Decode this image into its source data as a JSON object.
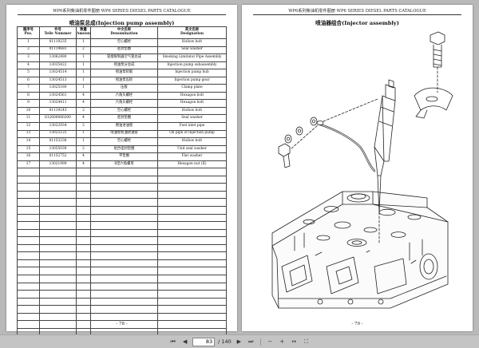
{
  "left_page": {
    "running_head": "WP6系列柴油机零件图册 WP6 SERIES DIESEL PARTS CATALOGUE",
    "section_title": "喷油泵总成(Injection pump assembly)",
    "page_number": "- 78 -",
    "table": {
      "headers": [
        {
          "cn": "图序号",
          "en": "Pos."
        },
        {
          "cn": "件号",
          "en": "Teile Nummer"
        },
        {
          "cn": "数量",
          "en": "Amount"
        },
        {
          "cn": "中文名称",
          "en": "Denomination"
        },
        {
          "cn": "英文名称",
          "en": "Designation"
        }
      ],
      "rows": [
        [
          "1",
          "01119235",
          "1",
          "空心螺栓",
          "Hollow bolt"
        ],
        [
          "2",
          "01119681",
          "2",
          "密封垫圈",
          "Seal washer"
        ],
        [
          "3",
          "13062480",
          "1",
          "冒烟限制器空气管总成",
          "Smoking Limitator Pipe Assembly"
        ],
        [
          "4",
          "13035422",
          "1",
          "喷油泵分总成",
          "Injection pump subassembly"
        ],
        [
          "5",
          "13024514",
          "1",
          "喷油泵轮毂",
          "Injection pump hub"
        ],
        [
          "6",
          "13024513",
          "1",
          "喷油泵齿轮",
          "Injection pump gear"
        ],
        [
          "7",
          "13025180",
          "1",
          "压板",
          "Clamp plate"
        ],
        [
          "8",
          "13024561",
          "4",
          "六角头螺栓",
          "Hexagon bolt"
        ],
        [
          "9",
          "13024411",
          "4",
          "六角头螺栓",
          "Hexagon bolt"
        ],
        [
          "10",
          "01119243",
          "2",
          "空心螺栓",
          "Hollow bolt"
        ],
        [
          "11",
          "612600080200",
          "4",
          "密封垫圈",
          "Seal washer"
        ],
        [
          "12",
          "13022934",
          "2",
          "燃油进油管",
          "Fuel inlet pipe"
        ],
        [
          "13",
          "13025125",
          "1",
          "喷油泵机油进油管",
          "Oil pipe of injection pump"
        ],
        [
          "14",
          "01153236",
          "1",
          "空心螺栓",
          "Hollow bolt"
        ],
        [
          "15",
          "13055039",
          "2",
          "组合密封垫圈",
          "Unit seal washer"
        ],
        [
          "16",
          "01152752",
          "4",
          "平垫圈",
          "Flat washer"
        ],
        [
          "17",
          "13021999",
          "4",
          "Ⅱ型六角螺母",
          "Hexagon nut (II)"
        ],
        [
          "",
          "",
          "",
          "",
          ""
        ],
        [
          "",
          "",
          "",
          "",
          ""
        ],
        [
          "",
          "",
          "",
          "",
          ""
        ],
        [
          "",
          "",
          "",
          "",
          ""
        ],
        [
          "",
          "",
          "",
          "",
          ""
        ],
        [
          "",
          "",
          "",
          "",
          ""
        ],
        [
          "",
          "",
          "",
          "",
          ""
        ],
        [
          "",
          "",
          "",
          "",
          ""
        ],
        [
          "",
          "",
          "",
          "",
          ""
        ],
        [
          "",
          "",
          "",
          "",
          ""
        ],
        [
          "",
          "",
          "",
          "",
          ""
        ],
        [
          "",
          "",
          "",
          "",
          ""
        ],
        [
          "",
          "",
          "",
          "",
          ""
        ],
        [
          "",
          "",
          "",
          "",
          ""
        ],
        [
          "",
          "",
          "",
          "",
          ""
        ],
        [
          "",
          "",
          "",
          "",
          ""
        ],
        [
          "",
          "",
          "",
          "",
          ""
        ],
        [
          "",
          "",
          "",
          "",
          ""
        ],
        [
          "",
          "",
          "",
          "",
          ""
        ],
        [
          "",
          "",
          "",
          "",
          ""
        ],
        [
          "",
          "",
          "",
          "",
          ""
        ],
        [
          "",
          "",
          "",
          "",
          ""
        ],
        [
          "",
          "",
          "",
          "",
          ""
        ]
      ]
    }
  },
  "right_page": {
    "running_head": "WP6系列柴油机零件图册 WP6 SERIES DIESEL PARTS CATALOGUE",
    "section_title": "喷油器组合(Injector assembly)",
    "page_number": "- 79 -"
  },
  "toolbar": {
    "current_page": "83",
    "total_pages": "/ 140",
    "icons": [
      "first-page-icon",
      "prev-page-icon",
      "next-page-icon",
      "last-page-icon",
      "zoom-out-icon",
      "zoom-in-icon",
      "fit-width-icon",
      "fullscreen-icon"
    ]
  }
}
